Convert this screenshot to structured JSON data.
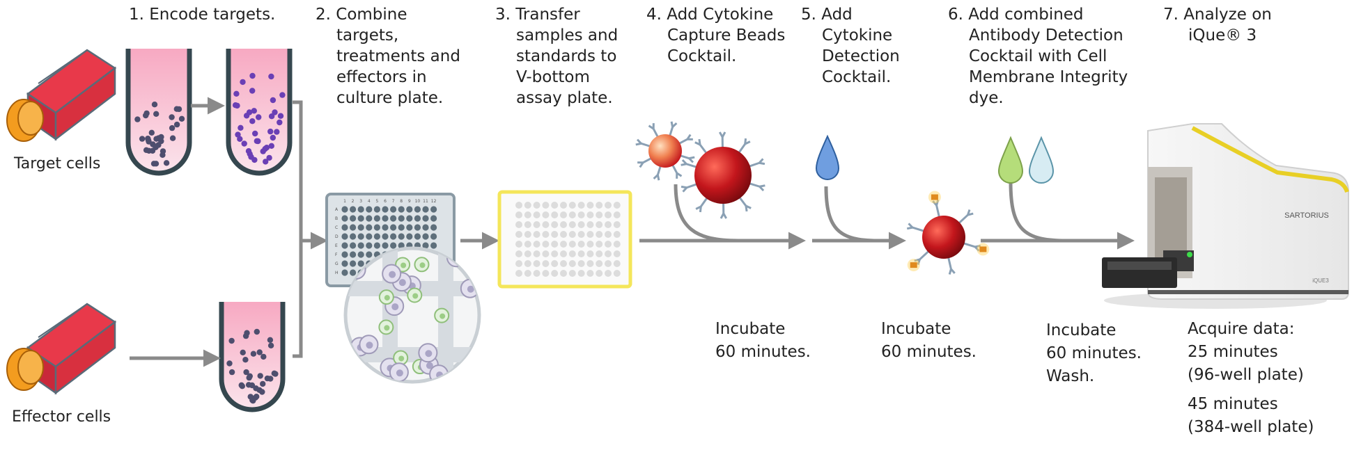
{
  "steps": [
    {
      "id": "step1",
      "text": "1. Encode targets."
    },
    {
      "id": "step2",
      "text": "2. Combine targets, treatments and effectors in culture plate.",
      "lines": [
        "2. Combine",
        "targets,",
        "treatments and",
        "effectors in",
        "culture plate."
      ]
    },
    {
      "id": "step3",
      "lines": [
        "3. Transfer",
        "samples and",
        "standards to",
        "V-bottom",
        "assay plate."
      ]
    },
    {
      "id": "step4",
      "lines": [
        "4. Add Cytokine",
        "Capture Beads",
        "Cocktail."
      ]
    },
    {
      "id": "step5",
      "lines": [
        "5. Add",
        "Cytokine",
        "Detection",
        "Cocktail."
      ]
    },
    {
      "id": "step6",
      "lines": [
        "6. Add combined",
        "Antibody Detection",
        "Cocktail with Cell",
        "Membrane Integrity",
        "dye."
      ]
    },
    {
      "id": "step7",
      "lines": [
        "7. Analyze on",
        "iQue® 3"
      ]
    }
  ],
  "cell_labels": {
    "target": "Target cells",
    "effector": "Effector cells"
  },
  "incubations": [
    {
      "lines": [
        "Incubate",
        "60 minutes."
      ]
    },
    {
      "lines": [
        "Incubate",
        "60 minutes."
      ]
    },
    {
      "lines": [
        "Incubate",
        "60 minutes.",
        "Wash."
      ]
    }
  ],
  "acquire": {
    "lines": [
      "Acquire data:",
      "25 minutes",
      "(96-well plate)"
    ],
    "lines2": [
      "45 minutes",
      "(384-well plate)"
    ]
  },
  "plate": {
    "rows": [
      "A",
      "B",
      "C",
      "D",
      "E",
      "F",
      "G",
      "H"
    ],
    "cols": [
      "1",
      "2",
      "3",
      "4",
      "5",
      "6",
      "7",
      "8",
      "9",
      "10",
      "11",
      "12"
    ]
  },
  "instrument": {
    "brand": "SARTORIUS",
    "model": "iQUE3"
  },
  "colors": {
    "arrow": "#8a8a8a",
    "flask": "#e8394a",
    "cap": "#f39c1f",
    "tube_fill": "#f7c3d3",
    "tube_outline": "#35474f",
    "dot": "#4e4e6e",
    "dot_purple": "#6a3fb5",
    "plate_gray": "#8a9aa4",
    "assay_plate_border": "#f4e65a",
    "bead_red": "#c3161c",
    "drop_blue": "#6f9ee0",
    "drop_green": "#b5dd7a",
    "drop_light_blue": "#d7ecf3",
    "instrument_yellow": "#e8cf25"
  }
}
